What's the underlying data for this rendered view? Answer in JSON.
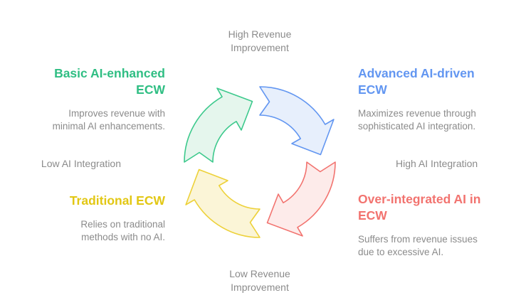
{
  "figure": {
    "background": "#FFFFFF",
    "text_gray": "#8B8B8B",
    "axis_labels": {
      "top": "High Revenue Improvement",
      "bottom": "Low Revenue Improvement",
      "left": "Low AI Integration",
      "right": "High AI Integration"
    },
    "quadrants": [
      {
        "position": "top-left",
        "title": "Basic AI-enhanced ECW",
        "description": "Improves revenue with minimal AI enhancements.",
        "title_color": "#2FBE83"
      },
      {
        "position": "top-right",
        "title": "Advanced AI-driven ECW",
        "description": "Maximizes revenue through sophisticated AI integration.",
        "title_color": "#6296F1"
      },
      {
        "position": "bottom-left",
        "title": "Traditional ECW",
        "description": "Relies on traditional methods with no AI.",
        "title_color": "#E2C713"
      },
      {
        "position": "bottom-right",
        "title": "Over-integrated AI in ECW",
        "description": "Suffers from revenue issues due to excessive AI.",
        "title_color": "#F2736F"
      }
    ],
    "cycle_arrows": [
      {
        "segment": "top-left-green",
        "fill": "#E5F6ED",
        "stroke": "#3CC98C"
      },
      {
        "segment": "top-right-blue",
        "fill": "#E7EFFC",
        "stroke": "#6296F1"
      },
      {
        "segment": "bottom-right-red",
        "fill": "#FDEBEA",
        "stroke": "#F2736F"
      },
      {
        "segment": "bottom-left-yellow",
        "fill": "#FBF5D7",
        "stroke": "#EDD139"
      }
    ]
  }
}
